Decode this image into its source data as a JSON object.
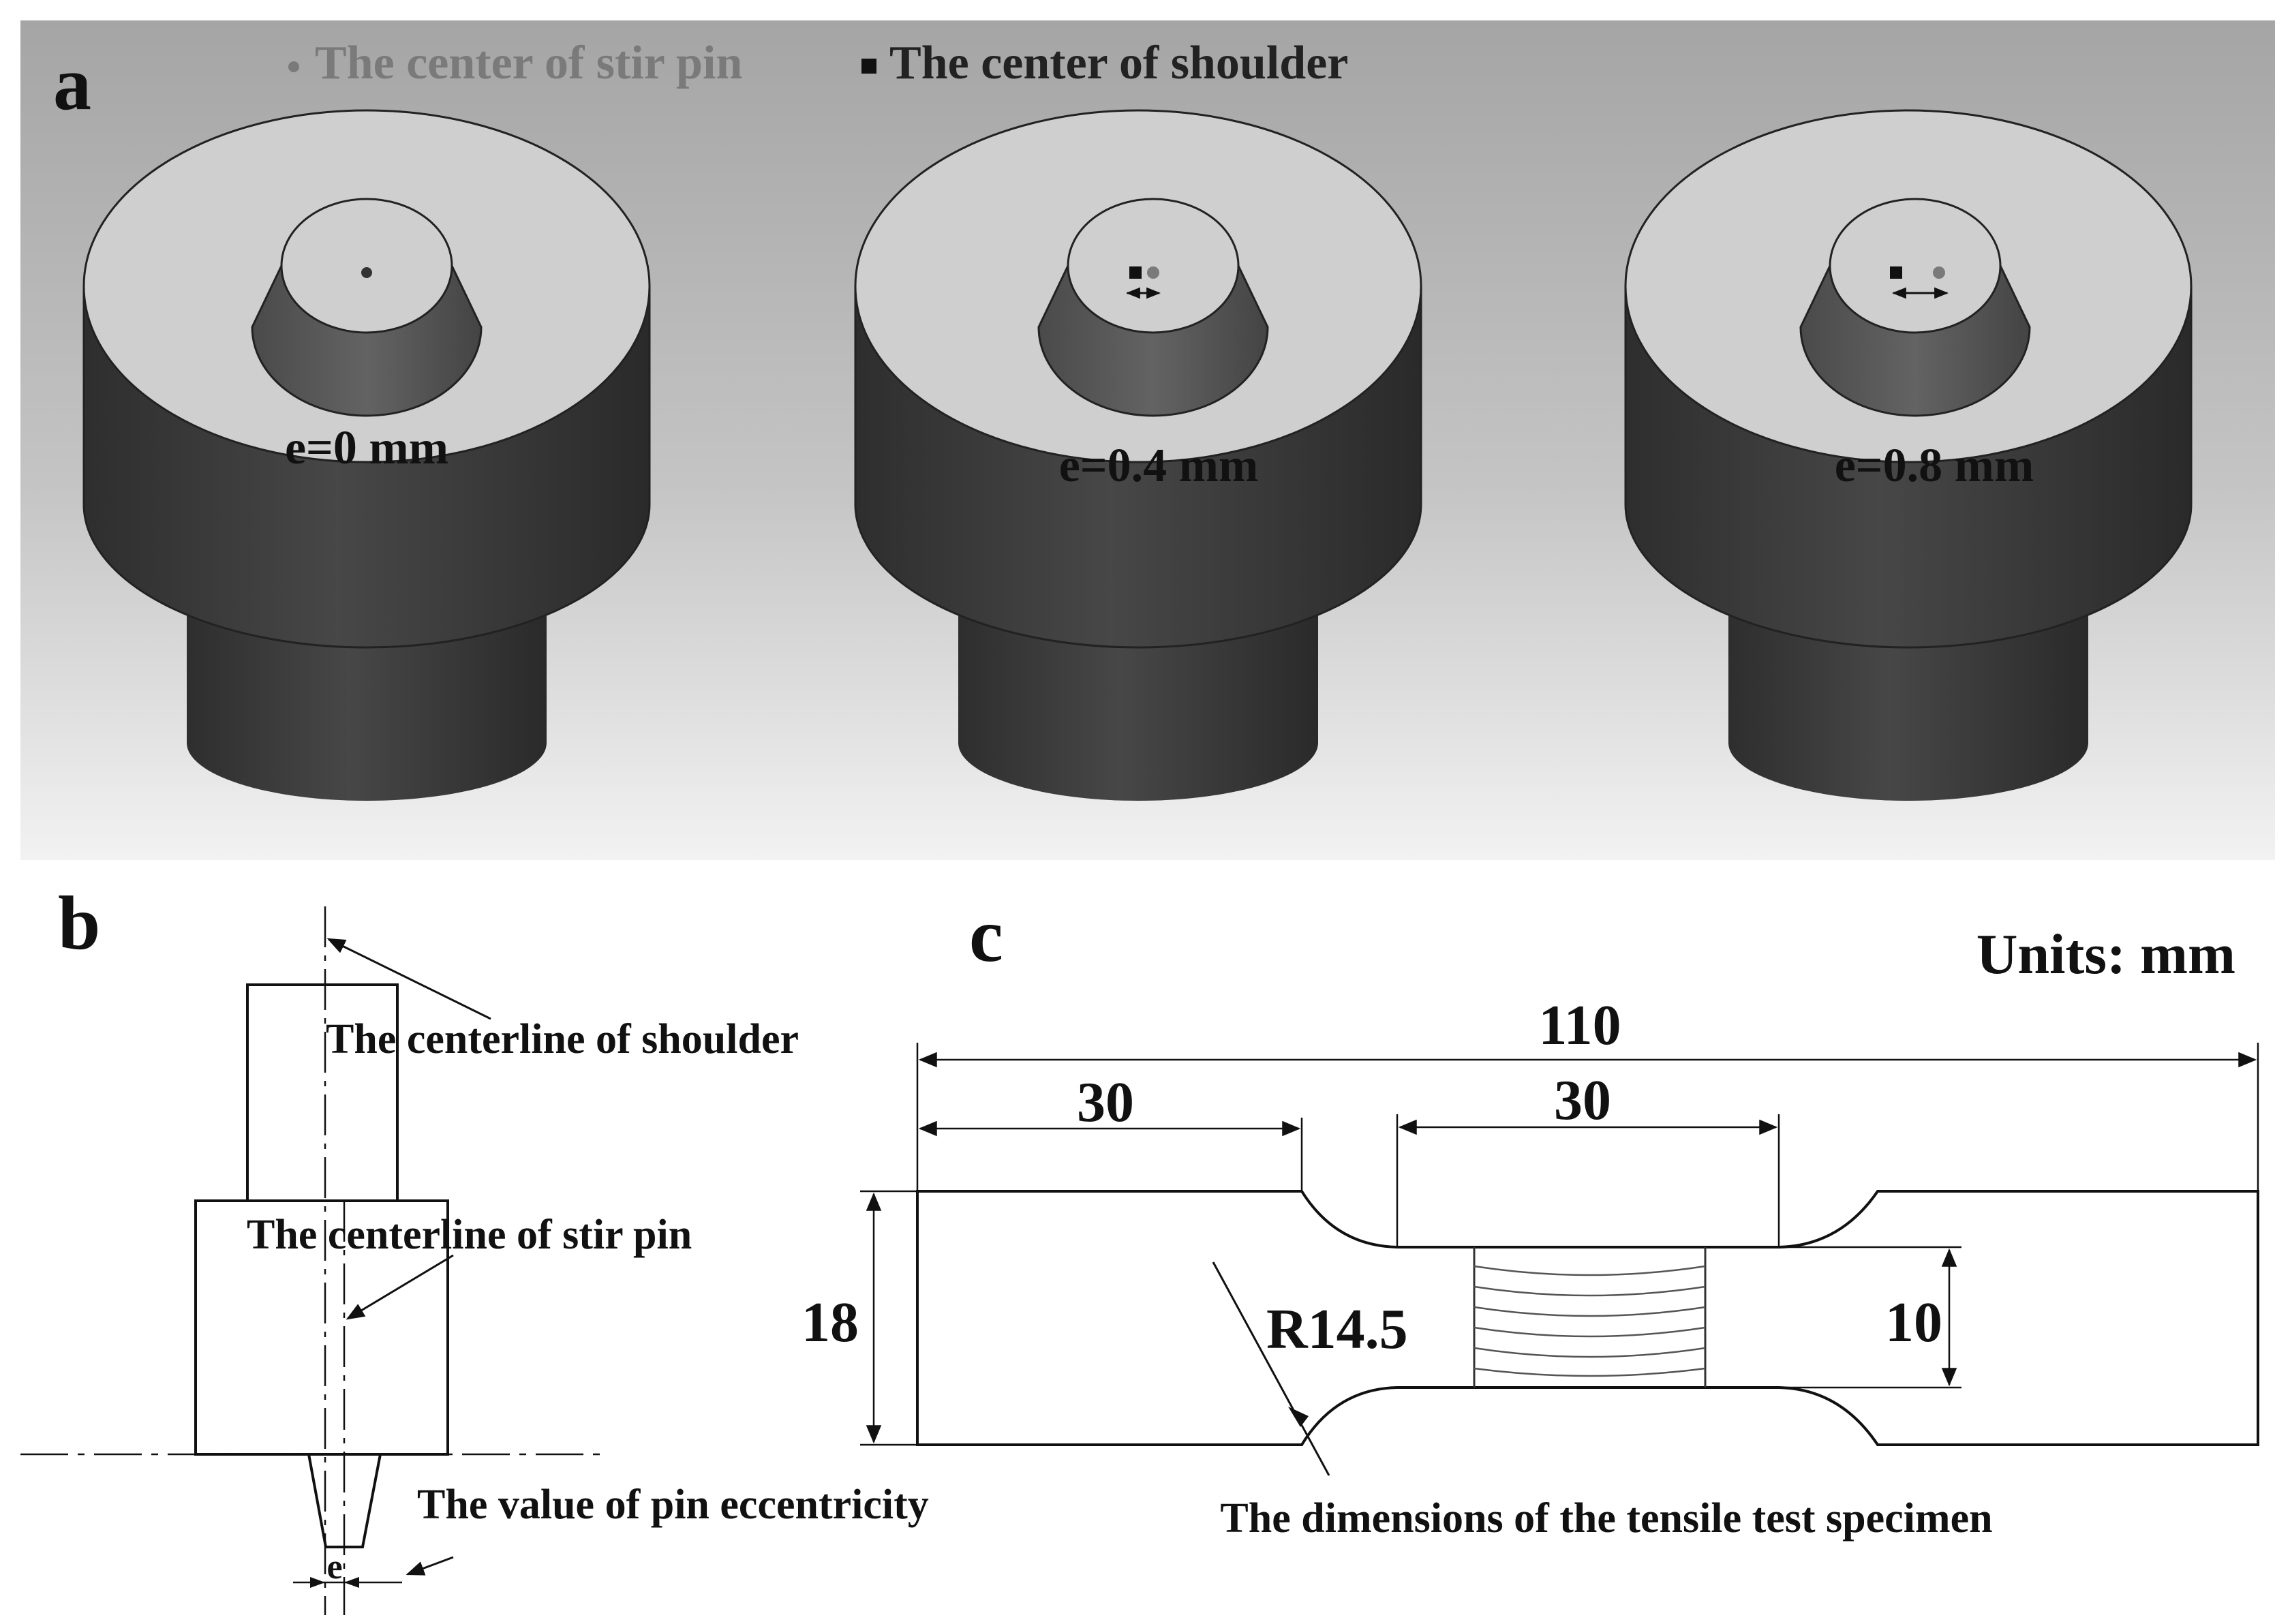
{
  "panel_a": {
    "label": "a",
    "legend": {
      "pin_center_label": "The center of stir pin",
      "shoulder_center_label": "The center of shoulder"
    },
    "tools": [
      {
        "eccentricity_label": "e=0 mm",
        "offset_mm": 0
      },
      {
        "eccentricity_label": "e=0.4 mm",
        "offset_mm": 0.4
      },
      {
        "eccentricity_label": "e=0.8 mm",
        "offset_mm": 0.8
      }
    ]
  },
  "panel_b": {
    "label": "b",
    "shoulder_centerline_label": "The centerline of shoulder",
    "pin_centerline_label": "The centerline of stir pin",
    "eccentricity_label": "The value of pin eccentricity",
    "e_symbol": "e"
  },
  "panel_c": {
    "label": "c",
    "units": "Units: mm",
    "dims": {
      "total_length": "110",
      "grip_length": "30",
      "gauge_length": "30",
      "width": "18",
      "gauge_width": "10",
      "radius": "R14.5"
    },
    "caption": "The dimensions of the tensile test specimen"
  },
  "colors": {
    "pin_center": "#7a7a7a",
    "shoulder_center": "#111111",
    "tool_body": "#3e3e3e",
    "tool_top": "#cfcfcf",
    "panel_a_bg_top": "#a5a5a5",
    "panel_a_bg_bottom": "#f2f2f2"
  }
}
